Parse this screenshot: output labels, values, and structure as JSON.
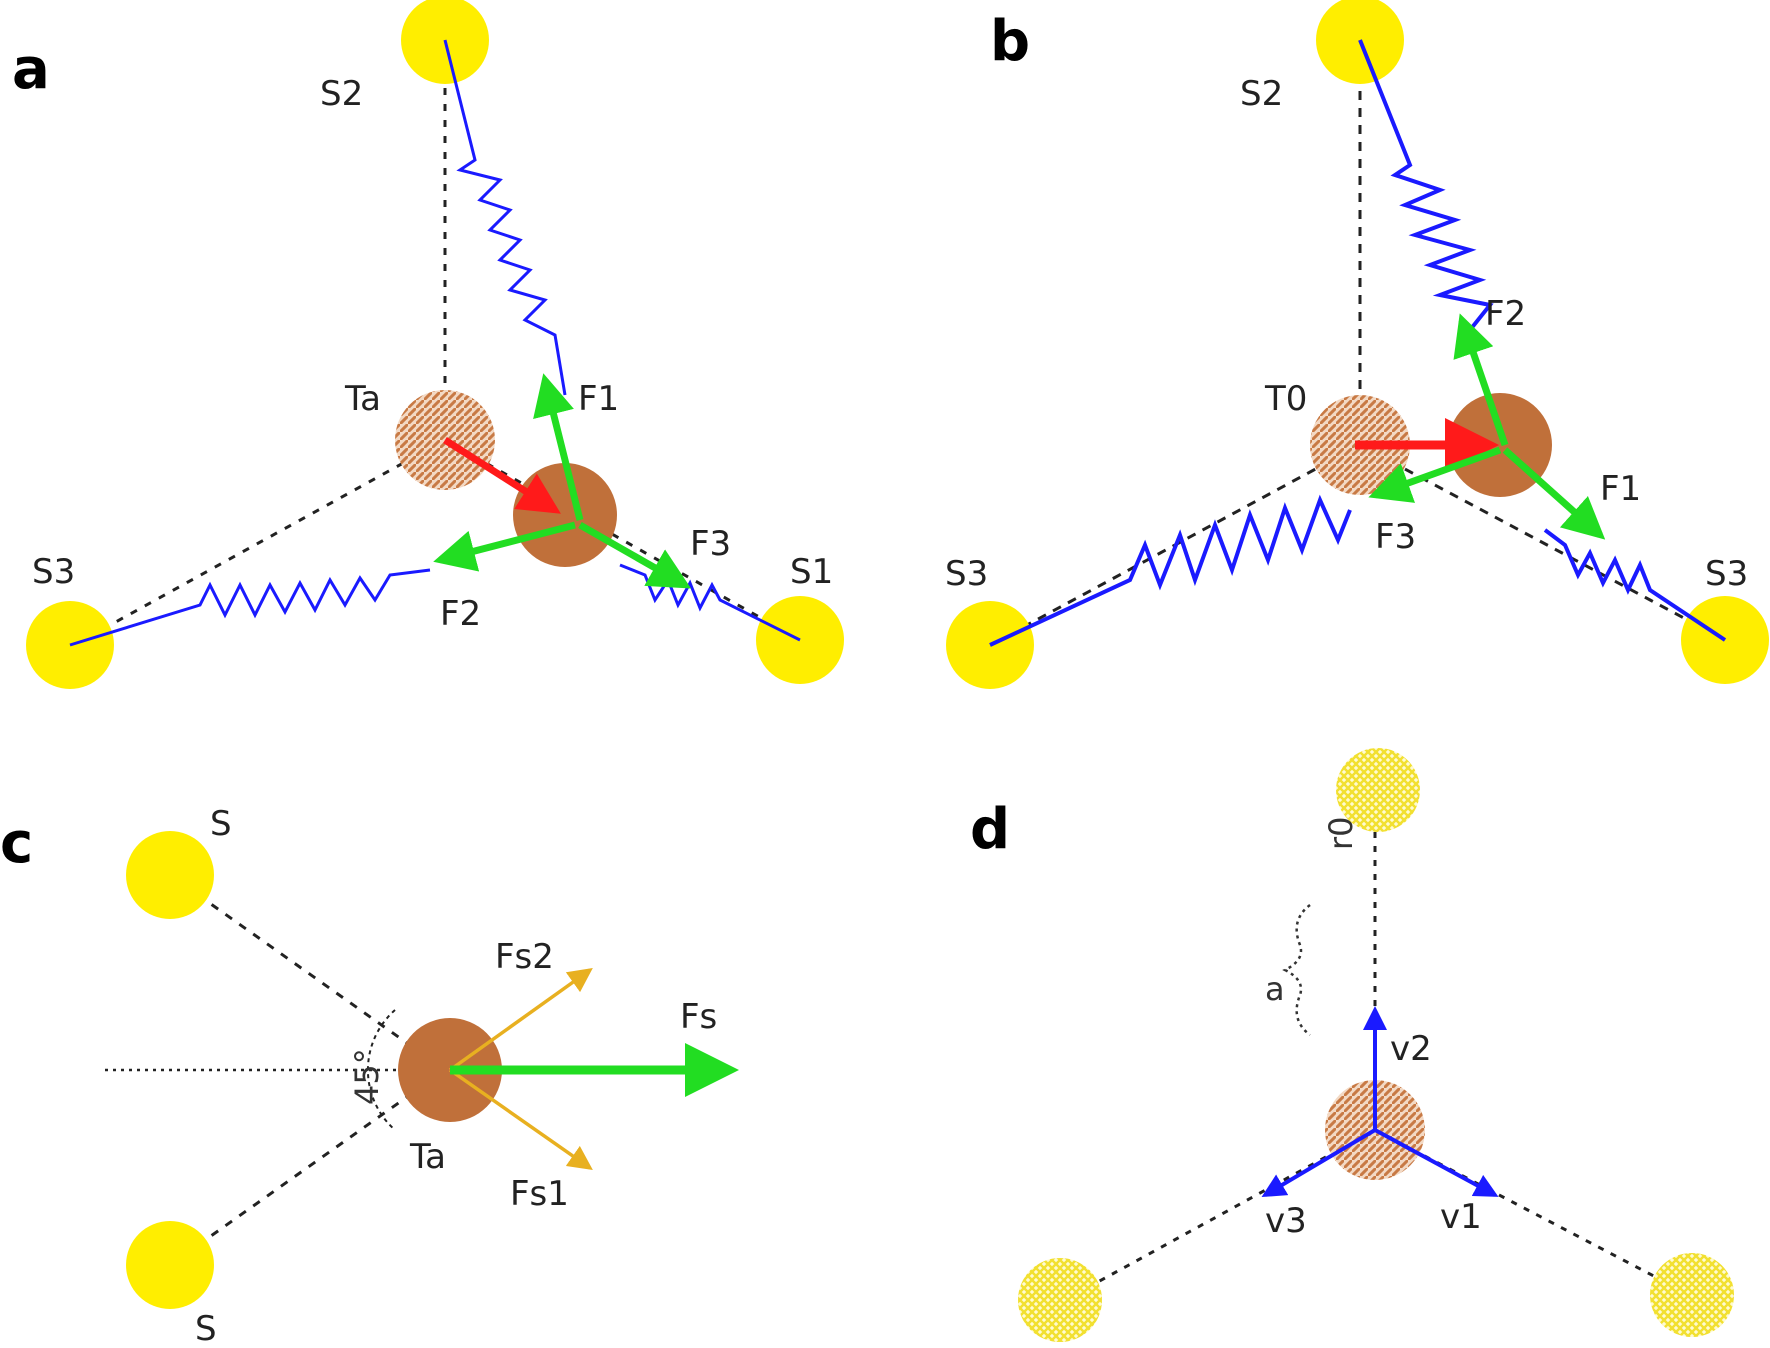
{
  "panels": {
    "a": {
      "letter": "a",
      "labels": {
        "s_top": "S2",
        "s_left": "S3",
        "s_right": "S1",
        "center": "Ta",
        "f_top": "F1",
        "f_right": "F3",
        "f_left": "F2"
      }
    },
    "b": {
      "letter": "b",
      "labels": {
        "s_top": "S2",
        "s_left": "S3",
        "s_right": "S3",
        "center": "T0",
        "f_top": "F2",
        "f_right": "F1",
        "f_left": "F3"
      }
    },
    "c": {
      "letter": "c",
      "labels": {
        "s_top": "S",
        "s_bottom": "S",
        "fs2": "Fs2",
        "fs": "Fs",
        "fs1": "Fs1",
        "angle": "45°",
        "center": "Ta"
      }
    },
    "d": {
      "letter": "d",
      "labels": {
        "top": "r0",
        "brace": "a",
        "v_up": "v2",
        "v_right": "v1",
        "v_left": "v3"
      }
    }
  },
  "colors": {
    "satellite": "#ffee00",
    "body": "#c0703a",
    "spring": "#1a1aff",
    "force": "#22dd22",
    "resultant": "#ff1a1a",
    "component": "#e8b020",
    "velocity": "#1a1aff"
  },
  "icons": {
    "satellite": "yellow-circle",
    "body": "brown-circle"
  }
}
